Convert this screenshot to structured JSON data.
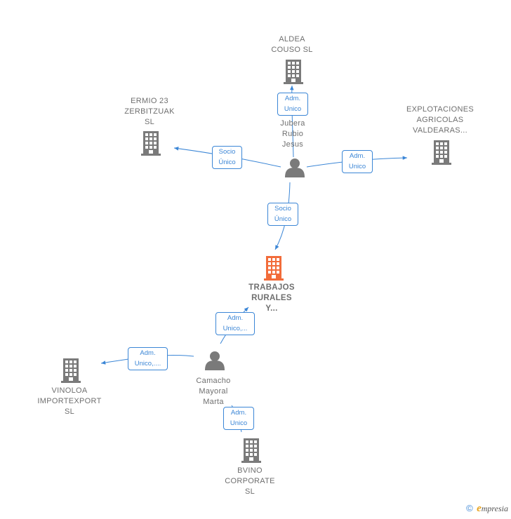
{
  "colors": {
    "edge": "#3b86d6",
    "building": "#7a7a7a",
    "focus_building": "#f26c3a",
    "person": "#7a7a7a",
    "label": "#6f6f6f"
  },
  "nodes": {
    "aldea": {
      "label": "ALDEA\nCOUSO  SL",
      "icon": "building-icon"
    },
    "ermio": {
      "label": "ERMIO 23\nZERBITZUAK\nSL",
      "icon": "building-icon"
    },
    "explotaciones": {
      "label": "EXPLOTACIONES\nAGRICOLAS\nVALDEARAS...",
      "icon": "building-icon"
    },
    "jubera": {
      "label": "Jubera\nRubio\nJesus",
      "icon": "person-icon"
    },
    "trabajos": {
      "label": "TRABAJOS\nRURALES\nY...",
      "icon": "building-icon"
    },
    "camacho": {
      "label": "Camacho\nMayoral\nMarta",
      "icon": "person-icon"
    },
    "vinoloa": {
      "label": "VINOLOA\nIMPORTEXPORT\nSL",
      "icon": "building-icon"
    },
    "bvino": {
      "label": "BVINO\nCORPORATE\nSL",
      "icon": "building-icon"
    }
  },
  "edges": {
    "jubera_aldea": "Adm.\nUnico",
    "jubera_ermio": "Socio\nÚnico",
    "jubera_explotaciones": "Adm.\nUnico",
    "jubera_trabajos": "Socio\nÚnico",
    "camacho_trabajos": "Adm.\nUnico,...",
    "camacho_vinoloa": "Adm.\nUnico,....",
    "camacho_bvino": "Adm.\nUnico"
  },
  "footer": {
    "copyright": "©",
    "brand_first": "e",
    "brand_rest": "mpresia"
  }
}
